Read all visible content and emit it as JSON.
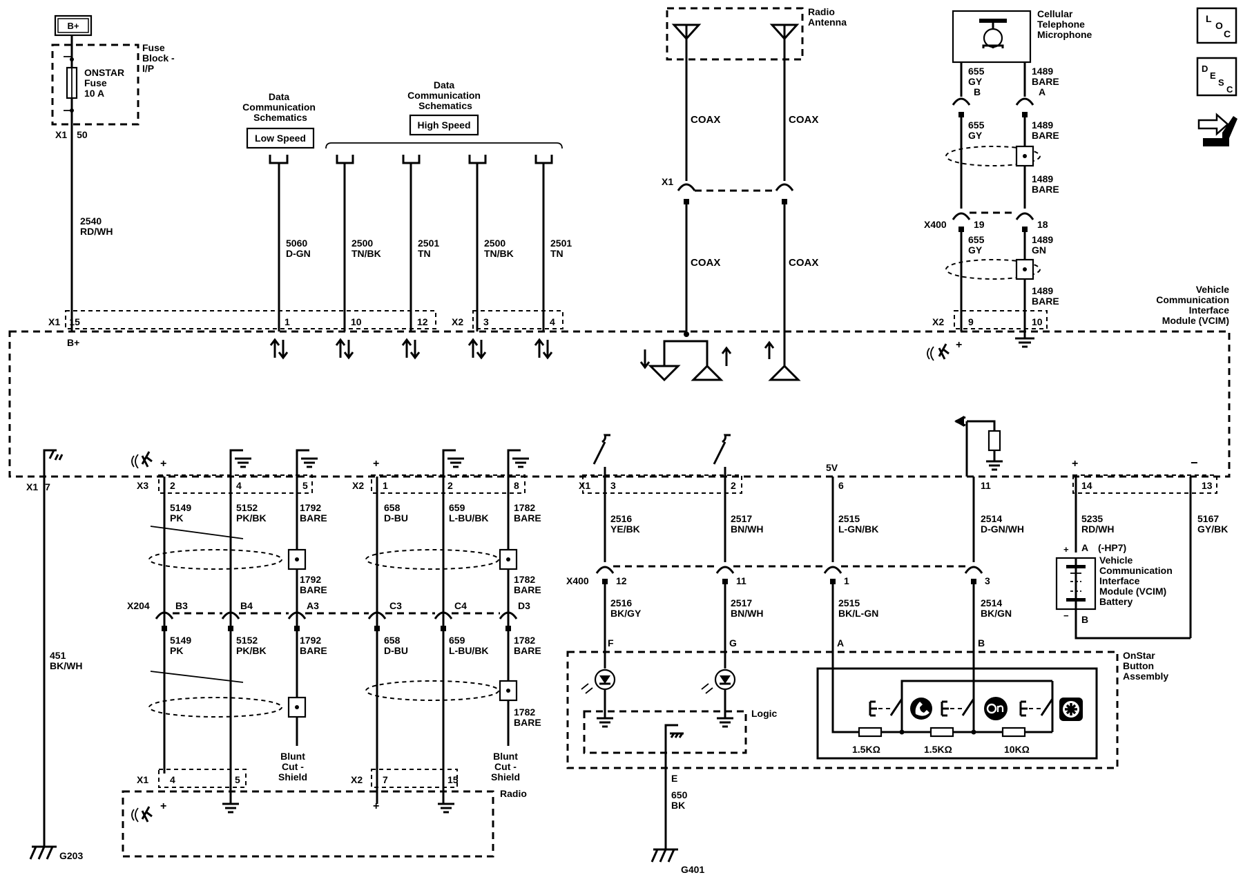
{
  "labels": {
    "b_plus_box": "B+",
    "fuse_block_title": [
      "Fuse",
      "Block -",
      "I/P"
    ],
    "fuse_name": [
      "ONSTAR",
      "Fuse",
      "10 A"
    ],
    "x1_50": [
      "X1",
      "50"
    ],
    "wire_2540": [
      "2540",
      "RD/WH"
    ],
    "x1_15": [
      "X1",
      "15"
    ],
    "b_plus_pin": "B+",
    "dcs_low_title": [
      "Data",
      "Communication",
      "Schematics"
    ],
    "dcs_high_title": [
      "Data",
      "Communication",
      "Schematics"
    ],
    "low_speed": "Low Speed",
    "high_speed": "High Speed",
    "wire_5060": [
      "5060",
      "D-GN"
    ],
    "wire_2500a": [
      "2500",
      "TN/BK"
    ],
    "wire_2501a": [
      "2501",
      "TN"
    ],
    "wire_2500b": [
      "2500",
      "TN/BK"
    ],
    "wire_2501b": [
      "2501",
      "TN"
    ],
    "pins_x1": [
      "1",
      "10",
      "12"
    ],
    "x2_top": "X2",
    "pins_x2": [
      "3",
      "4"
    ],
    "radio_antenna": [
      "Radio",
      "Antenna"
    ],
    "coax_top_l": "COAX",
    "coax_top_r": "COAX",
    "coax_bot_l": "COAX",
    "coax_bot_r": "COAX",
    "x1_coax": "X1",
    "mic_title": [
      "Cellular",
      "Telephone",
      "Microphone"
    ],
    "mic_655_top": [
      "655",
      "GY",
      "B"
    ],
    "mic_1489_top": [
      "1489",
      "BARE",
      "A"
    ],
    "mic_655_mid": [
      "655",
      "GY"
    ],
    "mic_1489_mid": [
      "1489",
      "BARE"
    ],
    "mic_1489_mid2": [
      "1489",
      "BARE"
    ],
    "x400_top": "X400",
    "x400_top_pins": [
      "19",
      "18"
    ],
    "mic_655_low": [
      "655",
      "GY"
    ],
    "mic_1489_low": [
      "1489",
      "GN"
    ],
    "mic_1489_low2": [
      "1489",
      "BARE"
    ],
    "x2_right_top": [
      "X2",
      "9",
      "10"
    ],
    "vcim_title": [
      "Vehicle",
      "Communication",
      "Interface",
      "Module (VCIM)"
    ],
    "loc_icon": [
      "L",
      "O",
      "C"
    ],
    "desc_icon": [
      "D",
      "E",
      "S",
      "C"
    ],
    "x1_7": [
      "X1",
      "7"
    ],
    "x3": "X3",
    "x3_pins": [
      "2",
      "4",
      "5"
    ],
    "x2_mid": "X2",
    "x2_mid_pins": [
      "1",
      "2",
      "8"
    ],
    "w_5149a": [
      "5149",
      "PK"
    ],
    "w_5152a": [
      "5152",
      "PK/BK"
    ],
    "w_1792a": [
      "1792",
      "BARE"
    ],
    "w_658a": [
      "658",
      "D-BU"
    ],
    "w_659a": [
      "659",
      "L-BU/BK"
    ],
    "w_1782a": [
      "1782",
      "BARE"
    ],
    "w_1792b": [
      "1792",
      "BARE"
    ],
    "w_1782b": [
      "1782",
      "BARE"
    ],
    "x204": "X204",
    "x204_pins": [
      "B3",
      "B4",
      "A3",
      "C3",
      "C4",
      "D3"
    ],
    "w_5149b": [
      "5149",
      "PK"
    ],
    "w_5152b": [
      "5152",
      "PK/BK"
    ],
    "w_1792c": [
      "1792",
      "BARE"
    ],
    "w_658b": [
      "658",
      "D-BU"
    ],
    "w_659b": [
      "659",
      "L-BU/BK"
    ],
    "w_1782c": [
      "1782",
      "BARE"
    ],
    "w_1782d": [
      "1782",
      "BARE"
    ],
    "w_451": [
      "451",
      "BK/WH"
    ],
    "blunt_cut_l": [
      "Blunt",
      "Cut -",
      "Shield"
    ],
    "blunt_cut_r": [
      "Blunt",
      "Cut -",
      "Shield"
    ],
    "x1_bottom": [
      "X1",
      "4",
      "5"
    ],
    "x2_bottom": [
      "X2",
      "7",
      "15"
    ],
    "radio": "Radio",
    "g203": "G203",
    "x1_right": [
      "X1",
      "3",
      "2",
      "6",
      "11",
      "14",
      "13"
    ],
    "five_v": "5V",
    "w_2516a": [
      "2516",
      "YE/BK"
    ],
    "w_2517a": [
      "2517",
      "BN/WH"
    ],
    "w_2515a": [
      "2515",
      "L-GN/BK"
    ],
    "w_2514a": [
      "2514",
      "D-GN/WH"
    ],
    "w_5235": [
      "5235",
      "RD/WH"
    ],
    "w_5167": [
      "5167",
      "GY/BK"
    ],
    "x400_mid": "X400",
    "x400_mid_pins": [
      "12",
      "11",
      "1",
      "3"
    ],
    "w_2516b": [
      "2516",
      "BK/GY"
    ],
    "w_2517b": [
      "2517",
      "BN/WH"
    ],
    "w_2515b": [
      "2515",
      "BK/L-GN"
    ],
    "w_2514b": [
      "2514",
      "BK/GN"
    ],
    "button_pins": [
      "F",
      "G",
      "A",
      "B"
    ],
    "battery_note": "(-HP7)",
    "battery_pin_a": "A",
    "battery_pin_b": "B",
    "battery_title": [
      "Vehicle",
      "Communication",
      "Interface",
      "Module (VCIM)",
      "Battery"
    ],
    "onstar_button": [
      "OnStar",
      "Button",
      "Assembly"
    ],
    "logic": "Logic",
    "pin_e": "E",
    "w_650": [
      "650",
      "BK"
    ],
    "g401": "G401",
    "resistors": [
      "1.5KΩ",
      "1.5KΩ",
      "10KΩ"
    ]
  }
}
